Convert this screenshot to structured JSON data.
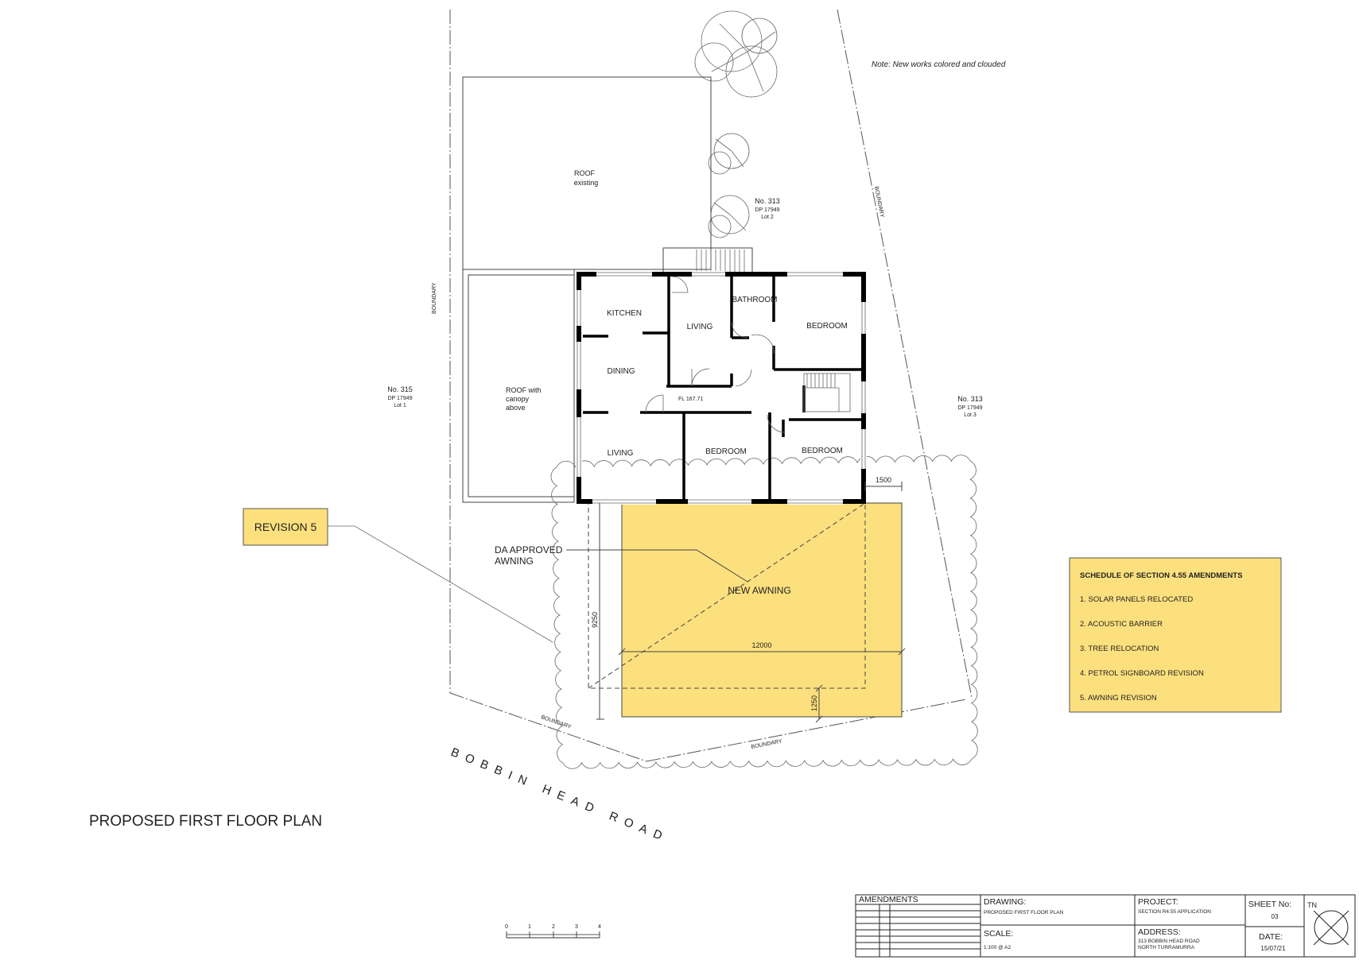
{
  "note": "Note: New works colored and clouded",
  "title": "PROPOSED FIRST FLOOR PLAN",
  "road": "BOBBIN HEAD ROAD",
  "boundary_label": "BOUNDARY",
  "revision_tag": "REVISION 5",
  "rooms": {
    "kitchen": "KITCHEN",
    "dining": "DINING",
    "living_top": "LIVING",
    "living_bottom": "LIVING",
    "bathroom": "BATHROOM",
    "bedroom_1": "BEDROOM",
    "bedroom_2": "BEDROOM",
    "bedroom_3": "BEDROOM",
    "floor_level": "FL 167.71"
  },
  "roofs": {
    "existing_1": "ROOF",
    "existing_2": "existing",
    "canopy_1": "ROOF with",
    "canopy_2": "canopy",
    "canopy_3": "above"
  },
  "lots": {
    "north": {
      "number": "No. 313",
      "dp": "DP 17949",
      "lot": "Lot 2"
    },
    "west": {
      "number": "No. 315",
      "dp": "DP 17949",
      "lot": "Lot 1"
    },
    "east": {
      "number": "No. 313",
      "dp": "DP 17949",
      "lot": "Lot 3"
    }
  },
  "awning": {
    "da_line1": "DA APPROVED",
    "da_line2": "AWNING",
    "new": "NEW AWNING",
    "colour": "#fde07e"
  },
  "dimensions": {
    "width": "12000",
    "depth": "9250",
    "offset_side": "1500",
    "offset_bottom": "1250"
  },
  "schedule": {
    "title": "SCHEDULE OF SECTION 4.55 AMENDMENTS",
    "items": [
      "1. SOLAR PANELS RELOCATED",
      "2. ACOUSTIC BARRIER",
      "3. TREE RELOCATION",
      "4. PETROL SIGNBOARD REVISION",
      "5. AWNING REVISION"
    ]
  },
  "scale_bar": {
    "ticks": [
      "0",
      "1",
      "2",
      "3",
      "4"
    ]
  },
  "title_block": {
    "amendments": "AMENDMENTS",
    "drawing_label": "DRAWING:",
    "drawing_value": "PROPOSED FIRST FLOOR PLAN",
    "scale_label": "SCALE:",
    "scale_value": "1:100 @ A2",
    "project_label": "PROJECT:",
    "project_value": "SECTION R4.55 APPLICATION",
    "address_label": "ADDRESS:",
    "address_line1": "313 BOBBIN HEAD ROAD",
    "address_line2": "NORTH TURRAMURRA",
    "sheet_label": "SHEET No:",
    "sheet_value": "03",
    "date_label": "DATE:",
    "date_value": "15/07/21",
    "tn": "TN"
  }
}
